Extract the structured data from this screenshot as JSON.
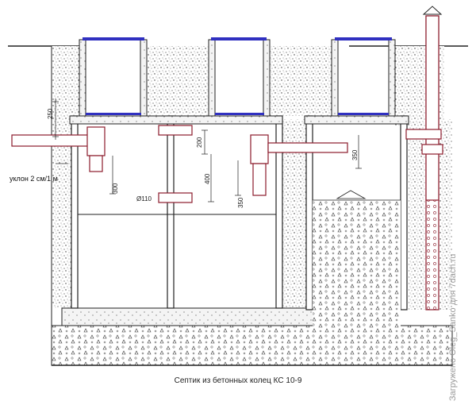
{
  "dimensions": {
    "d250": "250",
    "d200": "200",
    "d400": "400",
    "d350_a": "350",
    "d350_b": "350",
    "d300": "300",
    "d110": "Ø110"
  },
  "labels": {
    "slope": "уклон 2 см/1 м"
  },
  "caption": "Септик из бетонных колец КС 10-9",
  "watermark": "Загружено Oleg_Sanko для 7dach.ru",
  "colors": {
    "pipe": "#8b1c2c",
    "lid": "#3030c0",
    "line": "#222222"
  }
}
